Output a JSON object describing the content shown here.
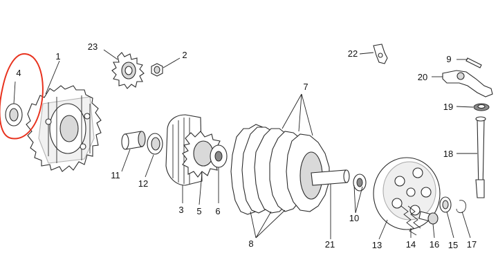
{
  "highlight_color": "#e8321e",
  "highlighted_part": "4",
  "labels": [
    {
      "id": "1",
      "text": "1"
    },
    {
      "id": "2",
      "text": "2"
    },
    {
      "id": "3",
      "text": "3"
    },
    {
      "id": "4",
      "text": "4"
    },
    {
      "id": "5",
      "text": "5"
    },
    {
      "id": "6",
      "text": "6"
    },
    {
      "id": "7",
      "text": "7"
    },
    {
      "id": "8",
      "text": "8"
    },
    {
      "id": "9",
      "text": "9"
    },
    {
      "id": "10",
      "text": "10"
    },
    {
      "id": "11",
      "text": "11"
    },
    {
      "id": "12",
      "text": "12"
    },
    {
      "id": "13",
      "text": "13"
    },
    {
      "id": "14",
      "text": "14"
    },
    {
      "id": "15",
      "text": "15"
    },
    {
      "id": "16",
      "text": "16"
    },
    {
      "id": "17",
      "text": "17"
    },
    {
      "id": "18",
      "text": "18"
    },
    {
      "id": "19",
      "text": "19"
    },
    {
      "id": "20",
      "text": "20"
    },
    {
      "id": "21",
      "text": "21"
    },
    {
      "id": "22",
      "text": "22"
    },
    {
      "id": "23",
      "text": "23"
    }
  ]
}
